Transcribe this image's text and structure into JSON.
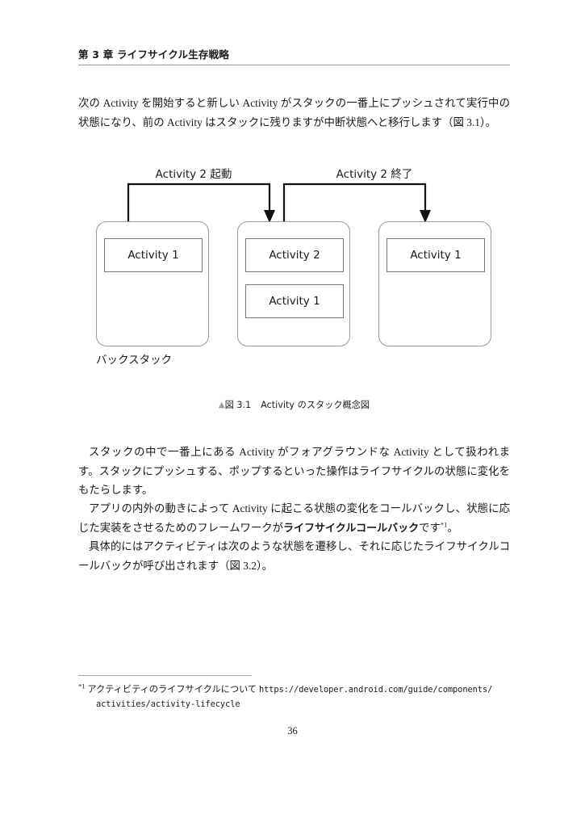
{
  "header": {
    "chapter_title": "第 3 章 ライフサイクル生存戦略"
  },
  "body": {
    "para_1": "次の Activity を開始すると新しい Activity がスタックの一番上にプッシュされて実行中の状態になり、前の Activity はスタックに残りますが中断状態へと移行します（図 3.1）。",
    "para_2": "スタックの中で一番上にある Activity がフォアグラウンドな Activity として扱われます。スタックにプッシュする、ポップするといった操作はライフサイクルの状態に変化をもたらします。",
    "para_3_lead": "アプリの内外の動きによって Activity に起こる状態の変化をコールバックし、状態に応じた実装をさせるためのフレームワークが",
    "para_3_bold": "ライフサイクルコールバック",
    "para_3_tail": "です",
    "para_3_fnmark": "*1",
    "para_3_end": "。",
    "para_4": "具体的にはアクティビティは次のような状態を遷移し、それに応じたライフサイクルコールバックが呼び出されます（図 3.2）。"
  },
  "figure": {
    "label_start": "Activity 2 起動",
    "label_end": "Activity 2 終了",
    "backstack_label": "バックスタック",
    "stacks": [
      {
        "name": "left",
        "items": [
          "Activity 1"
        ]
      },
      {
        "name": "middle",
        "items": [
          "Activity 2",
          "Activity 1"
        ]
      },
      {
        "name": "right",
        "items": [
          "Activity 1"
        ]
      }
    ],
    "caption_marker": "▲",
    "caption_number": "図 3.1",
    "caption_text": "Activity のスタック概念図"
  },
  "footnote": {
    "marker": "*1",
    "text": "アクティビティのライフサイクルについて",
    "url_line_1": "https://developer.android.com/guide/components/",
    "url_line_2": "activities/activity-lifecycle"
  },
  "folio": {
    "page_number": "36"
  },
  "colors": {
    "text": "#1a1a1a",
    "rule": "#9a9a9a",
    "stack_border": "#9b9b9b",
    "activity_border": "#777777",
    "arrow": "#111111"
  }
}
